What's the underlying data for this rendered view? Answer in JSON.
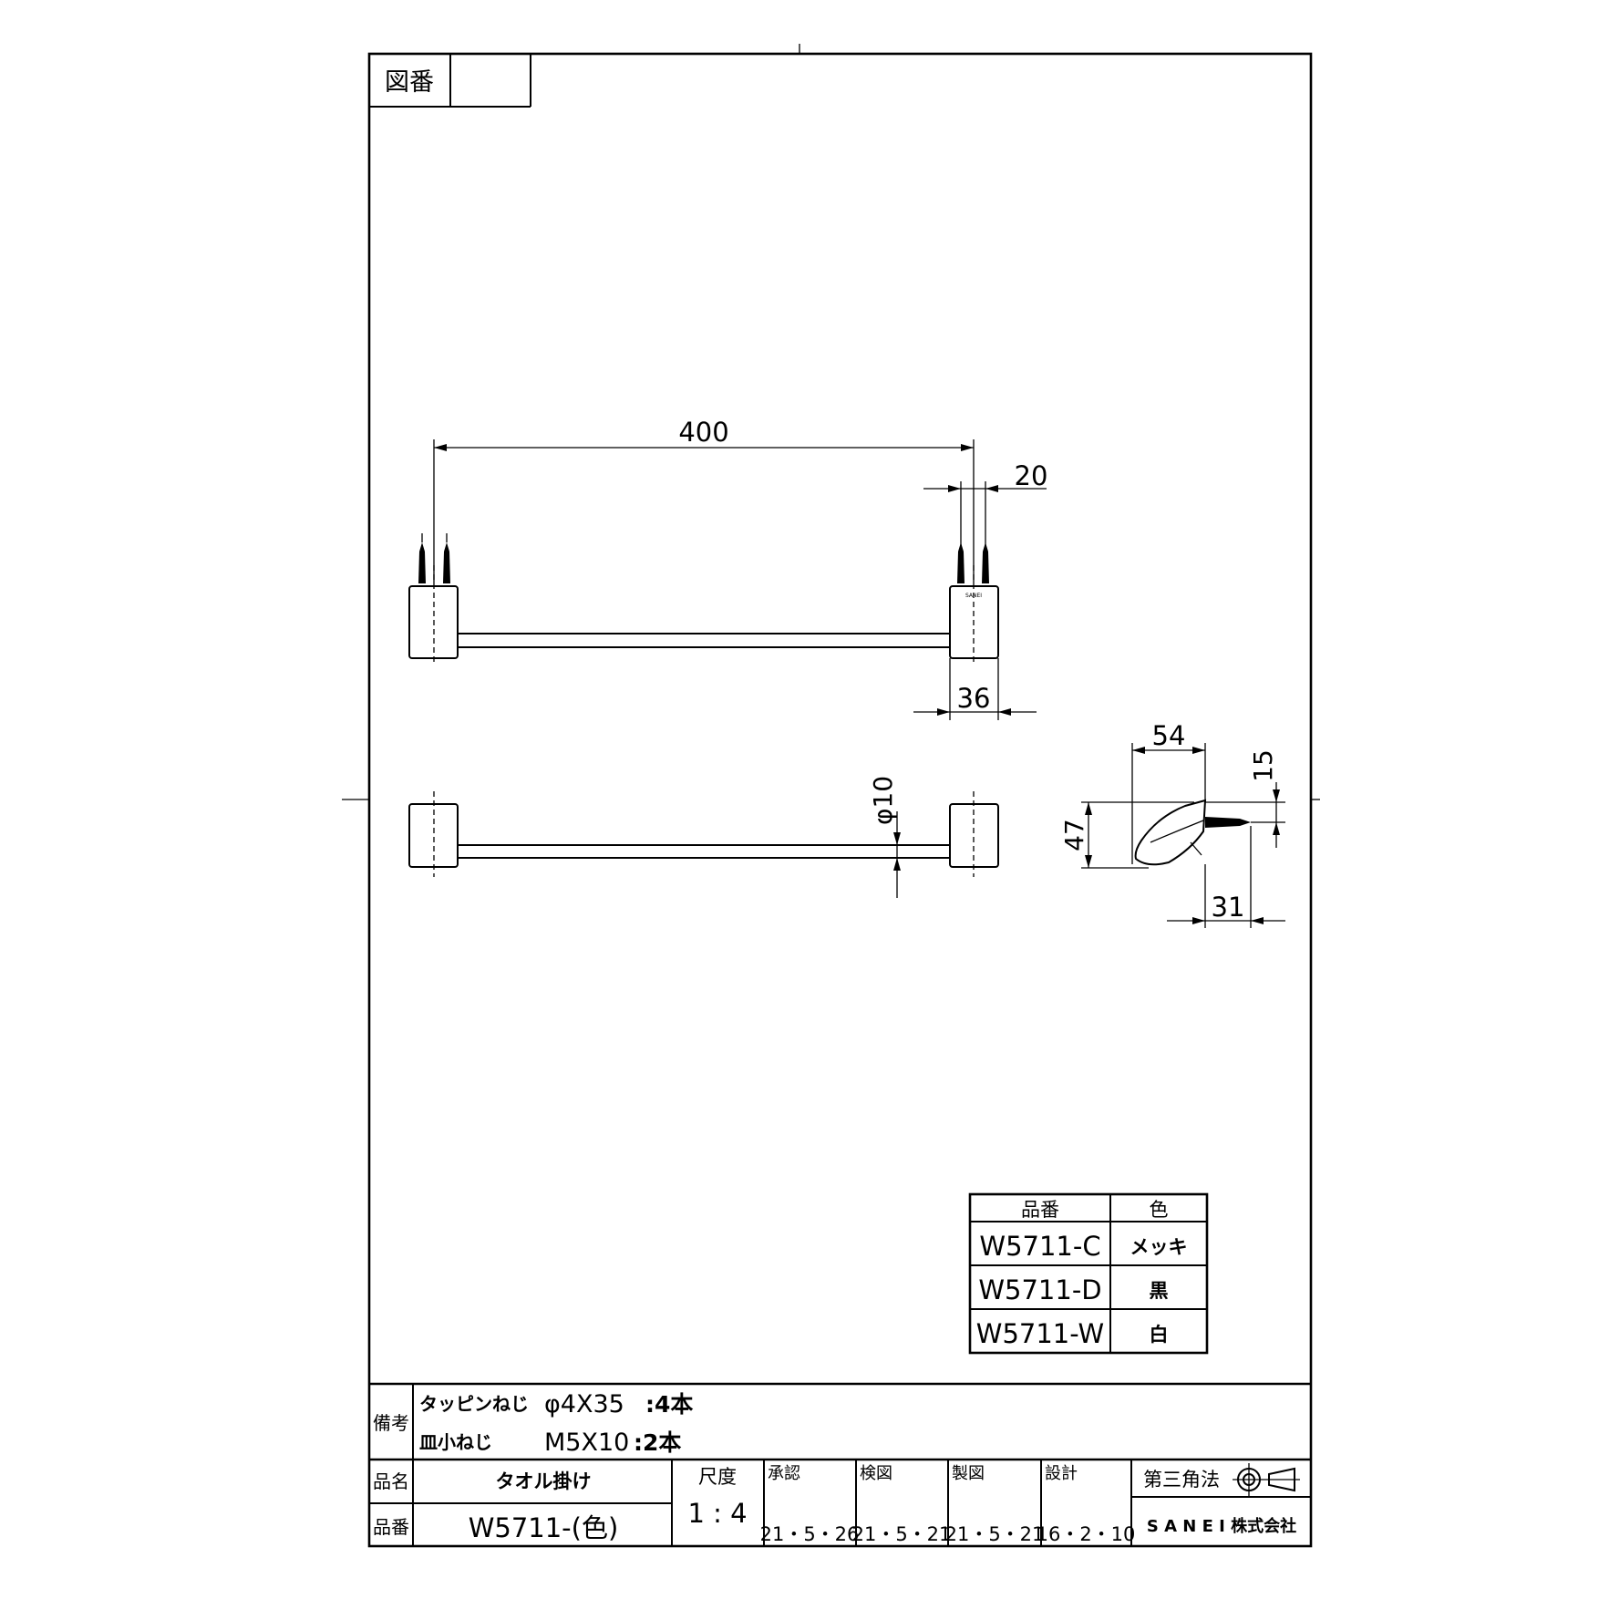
{
  "drawing_number_label": "図番",
  "drawing_number_value": "",
  "dimensions": {
    "top_length": "400",
    "screw_spacing": "20",
    "bracket_width": "36",
    "rod_diameter": "φ10",
    "side_depth": "54",
    "side_offset": "15",
    "side_height": "47",
    "side_screw": "31"
  },
  "bracket_logo": "SANEI",
  "variants_table": {
    "headers": [
      "品番",
      "色"
    ],
    "rows": [
      [
        "W5711-C",
        "メッキ"
      ],
      [
        "W5711-D",
        "黒"
      ],
      [
        "W5711-W",
        "白"
      ]
    ]
  },
  "remarks": {
    "label": "備考",
    "lines": [
      {
        "name": "タッピンねじ",
        "spec": "φ4X35",
        "qty": ":4本"
      },
      {
        "name": "皿小ねじ",
        "spec": "M5X10",
        "qty": ":2本"
      }
    ]
  },
  "title_block": {
    "product_name_label": "品名",
    "product_name": "タオル掛け",
    "product_number_label": "品番",
    "product_number": "W5711-(色)",
    "scale_label": "尺度",
    "scale": "1 : 4",
    "approval_label": "承認",
    "approval_date": "21・5・26",
    "inspection_label": "検図",
    "inspection_date": "21・5・21",
    "drafting_label": "製図",
    "drafting_date": "21・5・21",
    "design_label": "設計",
    "design_date": "16・2・10",
    "projection_label": "第三角法",
    "company": "S A N E I 株式会社"
  }
}
